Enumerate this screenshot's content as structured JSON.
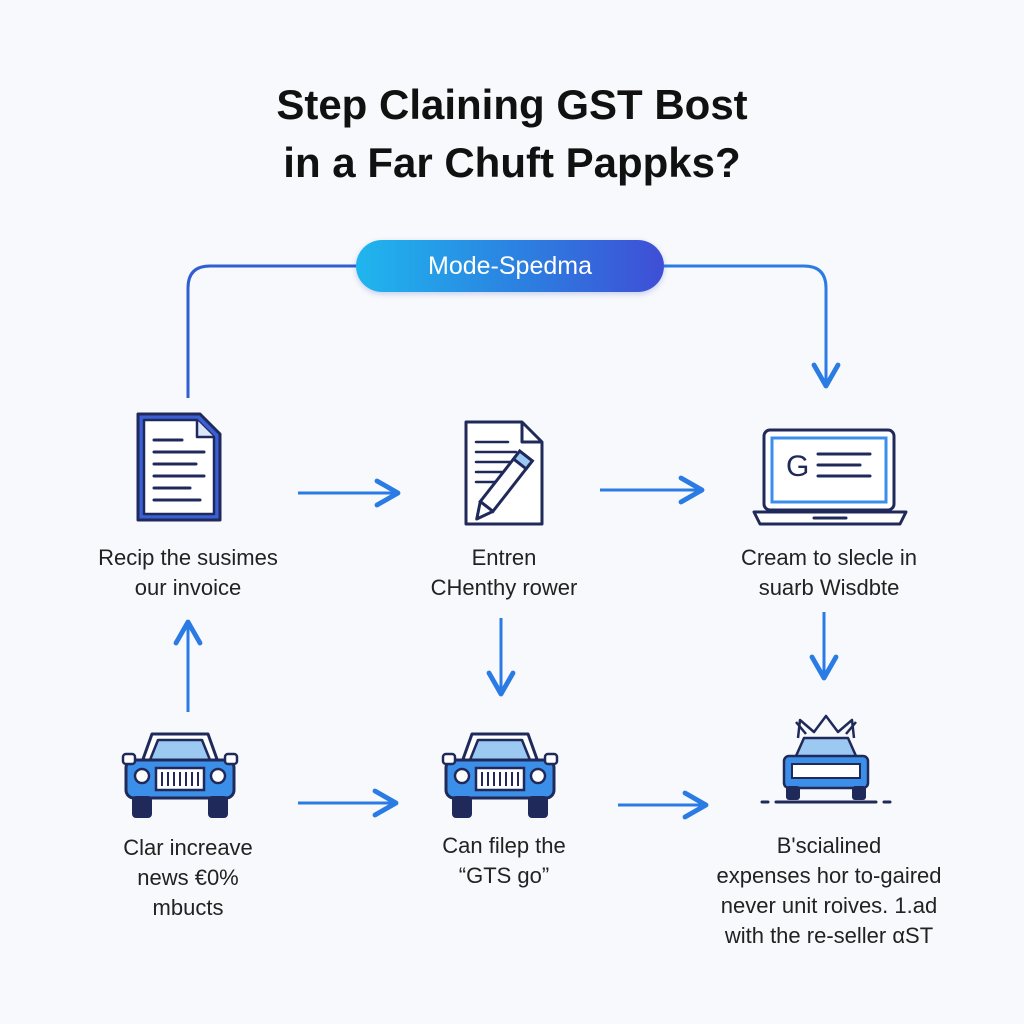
{
  "title": {
    "line1": "Step Claining GST Bost",
    "line2": "in a Far Chuft Pappks?"
  },
  "pill_label": "Mode-Spedma",
  "steps": [
    {
      "id": "invoice",
      "icon": "document-icon",
      "lines": [
        "Recip the susimes",
        "our invoice"
      ]
    },
    {
      "id": "entren",
      "icon": "document-pen-icon",
      "lines": [
        "Entren",
        "CHenthy rower"
      ]
    },
    {
      "id": "cream",
      "icon": "laptop-icon",
      "lines": [
        "Cream to sleclе in",
        "suarb Wisdbte"
      ]
    },
    {
      "id": "clar",
      "icon": "car-icon",
      "lines": [
        "Clar increave",
        "news €0%",
        "mbucts"
      ]
    },
    {
      "id": "can",
      "icon": "car-icon",
      "lines": [
        "Can filep the",
        "“GTS go”"
      ]
    },
    {
      "id": "bscialined",
      "icon": "car-crown-icon",
      "lines": [
        "B'scialined",
        "expenses hor to-gaired",
        "never unit roives. 1.ad",
        "with the re-seller αST"
      ]
    }
  ],
  "colors": {
    "arrow": "#2a7be4",
    "line": "#2f5fd0",
    "icon_dark": "#202a5a",
    "icon_blue": "#3b8fe8",
    "icon_light": "#9cc9f2"
  }
}
